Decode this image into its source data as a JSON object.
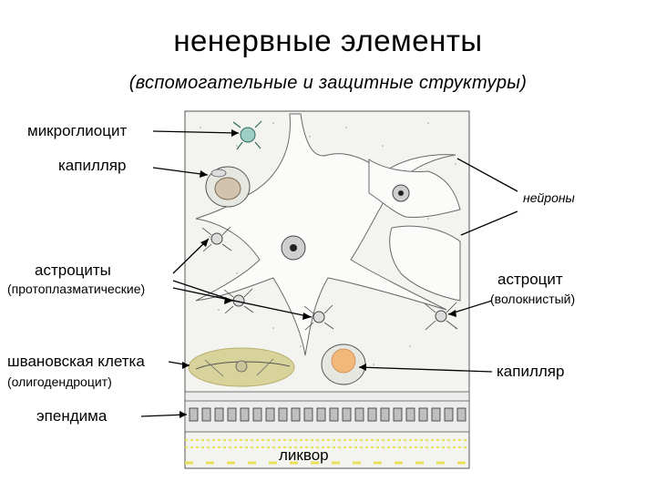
{
  "title": "ненервные элементы",
  "subtitle": "(вспомогательные и защитные структуры)",
  "labels": {
    "microglia": "микроглиоцит",
    "capillary_left": "капилляр",
    "neurons": "нейроны",
    "astrocytes": "астроциты",
    "astrocytes_sub": "(протоплазматические)",
    "astrocyte_right": "астроцит",
    "astrocyte_right_sub": "(волокнистый)",
    "schwann": "швановская клетка",
    "schwann_sub": "(олигодендроцит)",
    "capillary_right": "капилляр",
    "ependyma": "эпендима",
    "liquor": "ликвор"
  },
  "colors": {
    "schwann_highlight": "#d8d39a",
    "capillary_highlight": "#f2b87a",
    "tissue_background": "#f3f3f0",
    "neuron_fill": "#fbfbfa"
  }
}
